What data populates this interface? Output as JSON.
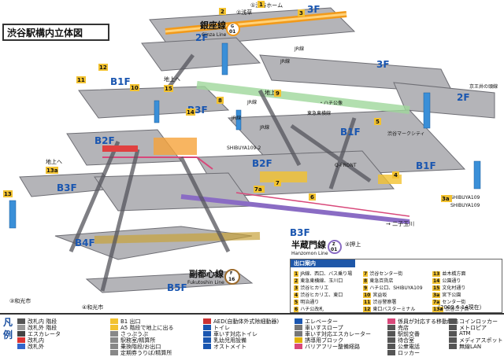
{
  "title": "渋谷駅構内立体図",
  "floors": {
    "f3_top": "3F",
    "f2_left": "2F",
    "f3_right": "3F",
    "f2_right": "2F",
    "b1f_left": "B1F",
    "b2f_left": "B2F",
    "b3f_mid": "B3F",
    "b3f_left": "B3F",
    "b4f": "B4F",
    "b5f": "B5F",
    "b1f_right1": "B1F",
    "b1f_right2": "B1F",
    "b2f_right": "B2F",
    "b3f_bottom": "B3F"
  },
  "lines": {
    "ginza_jp": "銀座線",
    "ginza_en": "Ginza Line",
    "ginza_code_letter": "G",
    "ginza_code_num": "01",
    "hanzomon_jp": "半蔵門線",
    "hanzomon_en": "Hanzomon Line",
    "hanzomon_code_letter": "Z",
    "hanzomon_code_num": "01",
    "fukutoshin_jp": "副都心線",
    "fukutoshin_en": "Fukutoshin Line",
    "fukutoshin_code_letter": "F",
    "fukutoshin_code_num": "16"
  },
  "directions": {
    "asakusa": "②浅草",
    "shibuya_tokyu": "①渋谷ホーム",
    "oshiage": "②押上",
    "futakotamagawa": "→ 二子玉川",
    "wakoshi_3": "③和光市",
    "wakoshi_4": "④和光市",
    "chijou_left": "地上へ",
    "chijou_mid": "地上へ",
    "chijou_road": "地上"
  },
  "places": {
    "hachiko": "・ハチ公像",
    "mark_city": "渋谷マークシティ",
    "shibuya109_2": "SHIBUYA109-2",
    "shibuya109_a": "SHIBUYA109",
    "shibuya109_b": "SHIBUYA109",
    "qfront": "Q-FRONT",
    "jr_1": "JR線",
    "jr_2": "JR線",
    "jr_3": "JR線",
    "jr_4": "JR線",
    "jr_5": "JR線",
    "inokashira": "京王井の頭線",
    "toyoko": "東急東横線"
  },
  "exits": [
    "1",
    "2",
    "3",
    "3a",
    "4",
    "5",
    "6",
    "7",
    "7a",
    "8",
    "9",
    "10",
    "11",
    "12",
    "13",
    "13a",
    "14",
    "15"
  ],
  "info_box": {
    "head": "出口案内",
    "rows": [
      [
        "1",
        "JR線、西口、バス乗り場"
      ],
      [
        "2",
        "東急東横線、玉川口"
      ],
      [
        "3",
        "渋谷ヒカリエ"
      ],
      [
        "4",
        "渋谷ヒカリエ、東口"
      ],
      [
        "5",
        "明治通り"
      ],
      [
        "6",
        "ハチ公改札"
      ],
      [
        "7",
        "渋谷センター街"
      ],
      [
        "8",
        "東急百貨店"
      ],
      [
        "9",
        "ハチ公口、SHIBUYA109"
      ],
      [
        "10",
        "宮益坂"
      ],
      [
        "11",
        "渋谷警察署"
      ],
      [
        "12",
        "東口バスターミナル"
      ],
      [
        "13",
        "並木橋方面"
      ],
      [
        "14",
        "公園通り"
      ],
      [
        "15",
        "文化村通り"
      ],
      [
        "3a",
        "宮下公園"
      ],
      [
        "7a",
        "センター街"
      ],
      [
        "13a",
        "渋谷二丁目"
      ]
    ]
  },
  "date": "（2009.6.14現在）",
  "legend": {
    "title": "凡例",
    "items": [
      "改札内 階段",
      "改札外 階段",
      "エスカレータ",
      "改札内",
      "改札外",
      "B1 出口",
      "A5 階段で地上に出る",
      "さっぷうぷ",
      "駅務室/精算所",
      "乗換階段/お出口",
      "定期券うりば/精算所",
      "AED(自動体外式除細動器)",
      "トイレ",
      "車いす対応トイレ",
      "乳幼児用設備",
      "オストメイト",
      "エレベーター",
      "車いすスロープ",
      "車いす対応エスカレーター",
      "誘導用ブロック",
      "バリアフリー整備経路",
      "係員が対応する移動経路",
      "売店",
      "駅前交番",
      "待合室",
      "公衆電話",
      "ロッカー",
      "コインロッカー",
      "メトロピア",
      "ATM",
      "メディアスポット",
      "無線LAN"
    ]
  }
}
